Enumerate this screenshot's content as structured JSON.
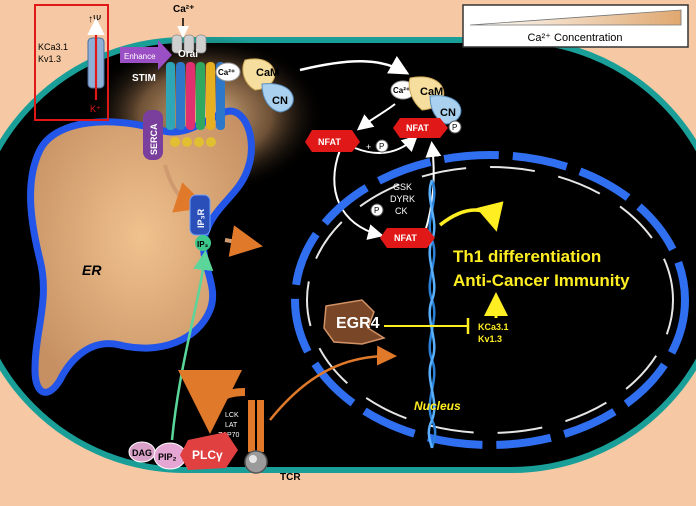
{
  "legend": {
    "label": "Ca²⁺ Concentration"
  },
  "channels": {
    "psi": "↑Ψ",
    "kca": "KCa3.1",
    "kv": "Kv1.3",
    "k_ion": "K⁺",
    "enhance": "Enhance"
  },
  "membrane": {
    "ca_top": "Ca²⁺",
    "orai": "Orai",
    "stim": "STIM",
    "serca": "SERCA",
    "er": "ER",
    "ip3r": "IP₃R",
    "ip3": "IP₃"
  },
  "calcium": {
    "ca": "Ca²⁺",
    "cam": "CaM",
    "cn": "CN",
    "ca2": "Ca²⁺",
    "cam2": "CaM",
    "cn2": "CN"
  },
  "nfat": {
    "nfat_left": "NFAT",
    "nfat_right": "NFAT",
    "nfat_nuc": "NFAT",
    "p": "P",
    "kinases": [
      "GSK",
      "DYRK",
      "CK"
    ]
  },
  "nucleus": {
    "th1": "Th1 differentiation",
    "anti": "Anti-Cancer Immunity",
    "egr4": "EGR4",
    "kca": "KCa3.1",
    "kv": "Kv1.3",
    "label": "Nucleus"
  },
  "signaling": {
    "dag": "DAG",
    "pip2": "PIP₂",
    "plcg": "PLCγ",
    "lck": "LCK",
    "lat": "LAT",
    "zap70": "ZAP70",
    "tcr": "TCR"
  }
}
